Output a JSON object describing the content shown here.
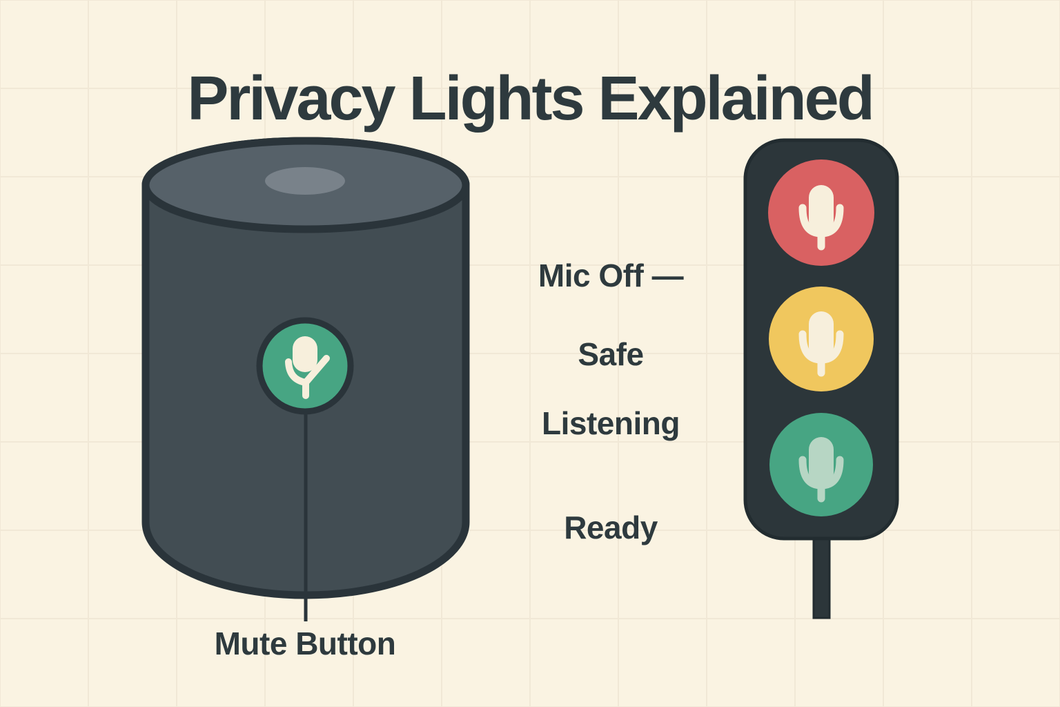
{
  "title": "Privacy Lights Explained",
  "speaker": {
    "name": "smart speaker",
    "mute_button_label": "Mute Button",
    "button_icon": "microphone-icon",
    "button_color": "#47A583"
  },
  "legend": [
    {
      "id": "mic-off",
      "line1": "Mic Off —",
      "line2": "Safe",
      "light_color": "#D96162"
    },
    {
      "id": "listening",
      "line1": "Listening",
      "line2": "",
      "light_color": "#F0C75E"
    },
    {
      "id": "ready",
      "line1": "Ready",
      "line2": "",
      "light_color": "#47A583"
    }
  ],
  "traffic_light": {
    "lights": [
      {
        "state": "Mic Off — Safe",
        "color": "#D96162",
        "icon": "microphone-icon"
      },
      {
        "state": "Listening",
        "color": "#F0C75E",
        "icon": "microphone-icon"
      },
      {
        "state": "Ready",
        "color": "#47A583",
        "icon": "microphone-icon"
      }
    ]
  },
  "colors": {
    "bg": "#FAF3E2",
    "grid-line": "#F1E8D6",
    "ink": "#2E3A3E",
    "speaker-body": "#424D53",
    "speaker-top": "#566169",
    "speaker-outline": "#2A343A",
    "speaker-top-oval": "#79828A",
    "green": "#47A583",
    "red": "#D96162",
    "yellow": "#F0C75E",
    "housing": "#2C363A",
    "housing-outline": "#222C30",
    "mic-cream": "#F7EFDC",
    "mic-mint": "#B7D6C4"
  }
}
